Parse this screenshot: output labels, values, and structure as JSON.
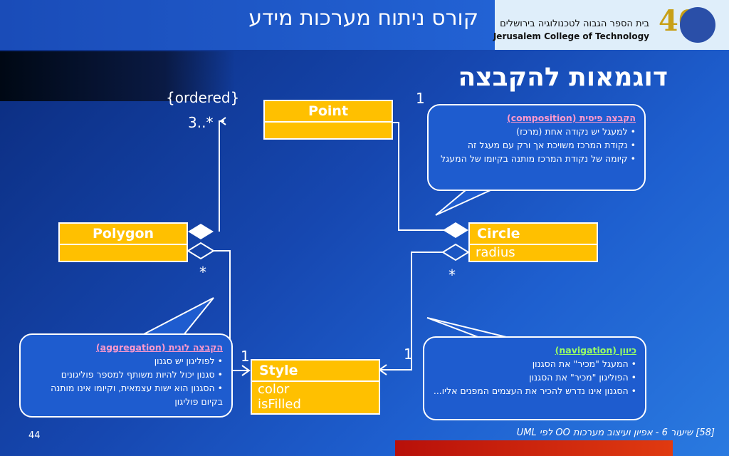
{
  "header": {
    "course_title": "קורס ניתוח מערכות מידע",
    "logo_hebrew": "בית הספר הגבוה לטכנולוגיה בירושלים",
    "logo_english": "Jerusalem College of Technology",
    "logo_number": "40"
  },
  "slide": {
    "title": "דוגמאות להקבצה"
  },
  "classes": {
    "point": {
      "name": "Point"
    },
    "polygon": {
      "name": "Polygon"
    },
    "circle": {
      "name": "Circle",
      "attrs": [
        "radius"
      ]
    },
    "style": {
      "name": "Style",
      "attrs": [
        "color",
        "isFilled"
      ]
    }
  },
  "labels": {
    "ordered": "{ordered}",
    "poly_point_mult": "3..*",
    "circle_point_mult": "1",
    "polygon_style_mult": "*",
    "circle_style_mult": "*",
    "style_left_mult": "1",
    "style_right_mult": "1"
  },
  "bubbles": {
    "composition": {
      "title": "הקבצה פיסית (composition)",
      "items": [
        "למעגל יש נקודה אחת (מרכז)",
        "נקודת המרכז משויכת אך ורק עם מעגל זה",
        "קיומה של נקודת המרכז מותנה בקיומו של המעגל"
      ]
    },
    "aggregation": {
      "title": "הקבצה לוגית (aggregation)",
      "items": [
        "לפוליגון יש סגנון",
        "סגנון יכול להיות משותף למספר פוליגונים",
        "הסגנון הוא ישות עצמאית, וקיומו אינו מותנה בקיום פוליגון"
      ]
    },
    "navigation": {
      "title": "כיוון (navigation)",
      "items": [
        "המעגל \"מכיר\" את הסגנון",
        "הפוליגון \"מכיר\" את הסגנון",
        "הסגנון אינו נדרש להכיר את העצמים המפנים אליו..."
      ]
    }
  },
  "colors": {
    "class_fill": "#ffc000",
    "bubble_title_composition": "#ff99cc",
    "bubble_title_aggregation": "#ff99cc",
    "bubble_title_navigation": "#99ff66"
  },
  "footer": {
    "text": "[58] שיעור 6 - אפיון ועיצוב מערכות OO לפי UML",
    "page": "44"
  }
}
